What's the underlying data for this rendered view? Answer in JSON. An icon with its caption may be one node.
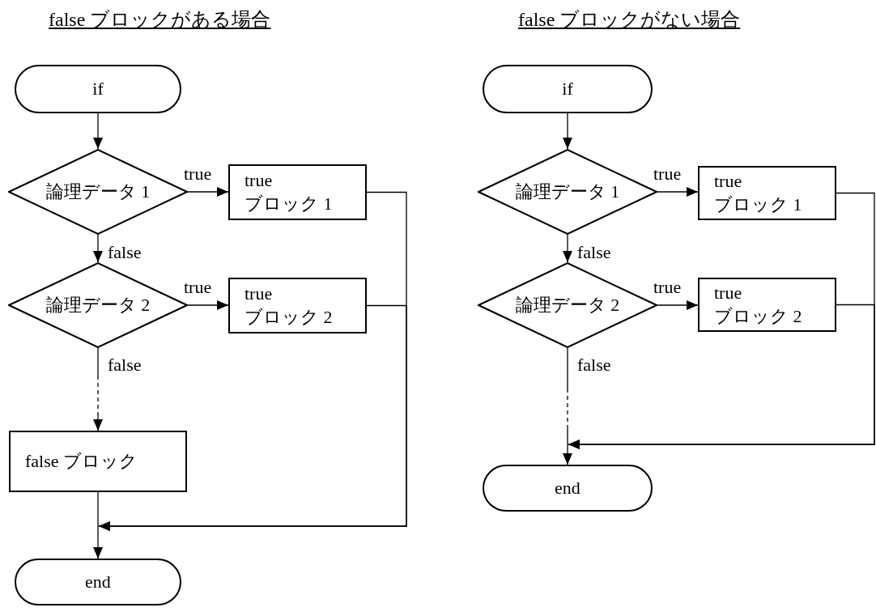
{
  "diagram": {
    "nodes": [
      {
        "text": [
          "if"
        ]
      },
      {
        "text": [
          "論理データ 1"
        ]
      },
      {
        "text": [
          "true ブロック 1"
        ]
      },
      {
        "text": [
          "論理データ 2"
        ]
      },
      {
        "text": [
          "true ブロック 2"
        ]
      },
      {
        "text": [
          "false ブロック"
        ]
      },
      {
        "text": [
          "end"
        ]
      },
      {
        "text": [
          "if"
        ]
      },
      {
        "text": [
          "論理データ 1"
        ]
      },
      {
        "text": [
          "true ブロック 1"
        ]
      },
      {
        "text": [
          "論理データ 2"
        ]
      },
      {
        "text": [
          "true ブロック 2"
        ]
      },
      {
        "text": [
          "end"
        ]
      }
    ],
    "edges": [
      {
        "from": 0,
        "to": 1,
        "arrow": "to"
      },
      {
        "from": 1,
        "to": 2,
        "arrow": "to",
        "label": "true"
      },
      {
        "from": 1,
        "to": 3,
        "arrow": "to",
        "label": "false"
      },
      {
        "from": 3,
        "to": 4,
        "arrow": "to",
        "label": "true"
      },
      {
        "from": 3,
        "to": 5,
        "arrow": "to",
        "label": "false",
        "style": "dashed"
      },
      {
        "from": 5,
        "to": 6,
        "arrow": "to"
      },
      {
        "from": 2,
        "to": 6,
        "arrow": "to"
      },
      {
        "from": 4,
        "to": 6,
        "arrow": "to"
      },
      {
        "from": 7,
        "to": 8,
        "arrow": "to"
      },
      {
        "from": 8,
        "to": 9,
        "arrow": "to",
        "label": "true"
      },
      {
        "from": 8,
        "to": 10,
        "arrow": "to",
        "label": "false"
      },
      {
        "from": 10,
        "to": 11,
        "arrow": "to",
        "label": "true"
      },
      {
        "from": 10,
        "to": 12,
        "arrow": "to",
        "label": "false",
        "style": "dashed"
      },
      {
        "from": 9,
        "to": 12,
        "arrow": "to"
      },
      {
        "from": 11,
        "to": 12,
        "arrow": "to"
      }
    ],
    "labels": [
      "false ブロックがある場合",
      "false ブロックがない場合"
    ]
  }
}
